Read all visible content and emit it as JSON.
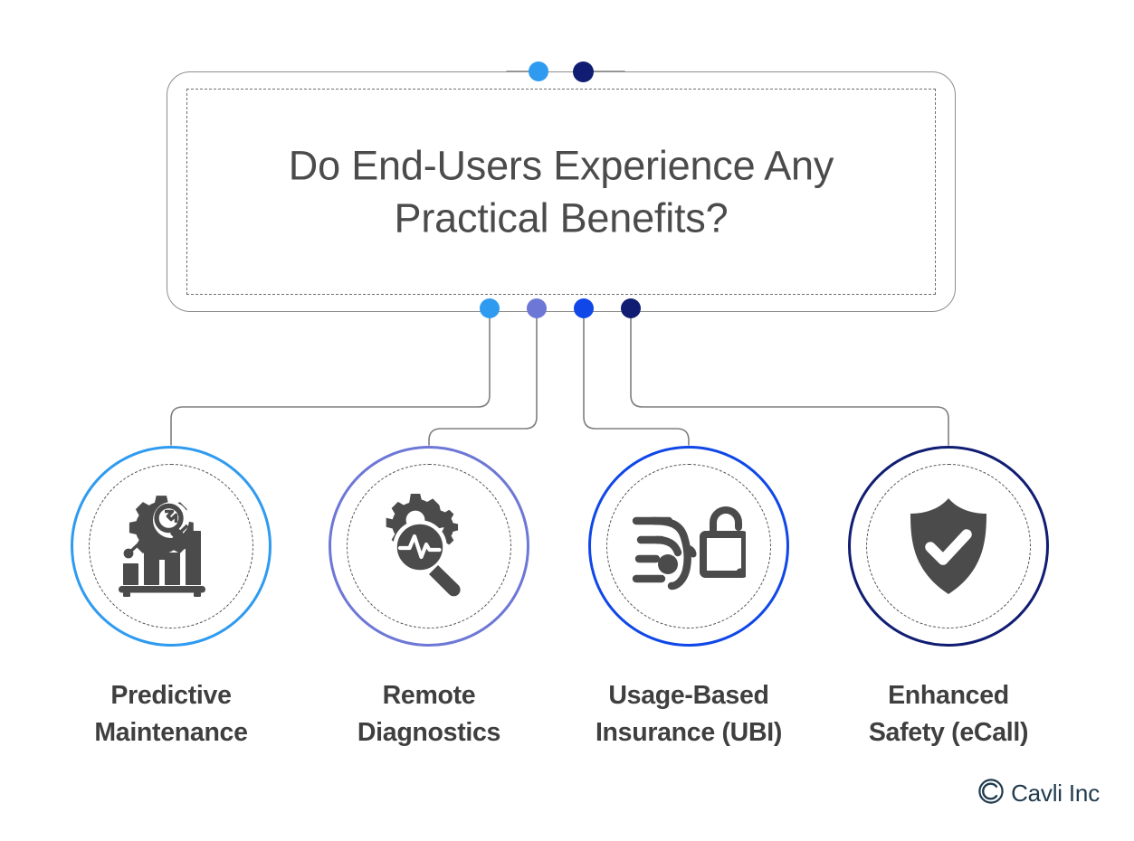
{
  "diagram": {
    "title": "Do End-Users Experience Any Practical Benefits?",
    "title_line1": "Do End-Users Experience Any",
    "title_line2": "Practical Benefits?",
    "colors": {
      "light_blue": "#2f9bf0",
      "navy": "#101d72",
      "periwinkle": "#6d77d6",
      "blue": "#1047e8",
      "wire": "#7e7e7e",
      "text_dark": "#4b4b4b",
      "label_dark": "#3f3f3f",
      "icon": "#4b4b4b",
      "brand": "#203b4e"
    },
    "top_dots": [
      {
        "name": "top-dot-light-blue",
        "color": "#2f9bf0"
      },
      {
        "name": "top-dot-navy",
        "color": "#101d72"
      }
    ],
    "bottom_dots": [
      {
        "name": "bottom-dot-light-blue",
        "color": "#2f9bf0"
      },
      {
        "name": "bottom-dot-periwinkle",
        "color": "#6d77d6"
      },
      {
        "name": "bottom-dot-blue",
        "color": "#1047e8"
      },
      {
        "name": "bottom-dot-navy",
        "color": "#101d72"
      }
    ],
    "nodes": [
      {
        "id": "predictive-maintenance",
        "label_line1": "Predictive",
        "label_line2": "Maintenance",
        "label": "Predictive Maintenance",
        "icon": "bar-chart-gear-wrench-icon",
        "ring_color": "#2f9bf0"
      },
      {
        "id": "remote-diagnostics",
        "label_line1": "Remote",
        "label_line2": "Diagnostics",
        "label": "Remote Diagnostics",
        "icon": "gears-magnifier-pulse-icon",
        "ring_color": "#6d77d6"
      },
      {
        "id": "usage-based-insurance",
        "label_line1": "Usage-Based",
        "label_line2": "Insurance (UBI)",
        "label": "Usage-Based Insurance (UBI)",
        "icon": "speeding-car-open-padlock-icon",
        "ring_color": "#1047e8"
      },
      {
        "id": "enhanced-safety",
        "label_line1": "Enhanced",
        "label_line2": "Safety (eCall)",
        "label": "Enhanced Safety (eCall)",
        "icon": "shield-check-icon",
        "ring_color": "#101d72"
      }
    ]
  },
  "brand": {
    "name": "Cavli Inc",
    "mark": "copyright-c-logo-icon"
  }
}
